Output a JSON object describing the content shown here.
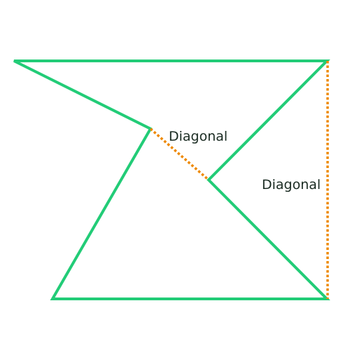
{
  "diagram": {
    "labels": {
      "inner_diagonal": "Diagonal",
      "outer_diagonal": "Diagonal"
    },
    "colors": {
      "outline": "#22cc77",
      "diagonal": "#ee8800",
      "label": "#1a2b22",
      "background": "#ffffff"
    },
    "line_styles": {
      "outline": "solid",
      "diagonal": "dotted"
    }
  }
}
